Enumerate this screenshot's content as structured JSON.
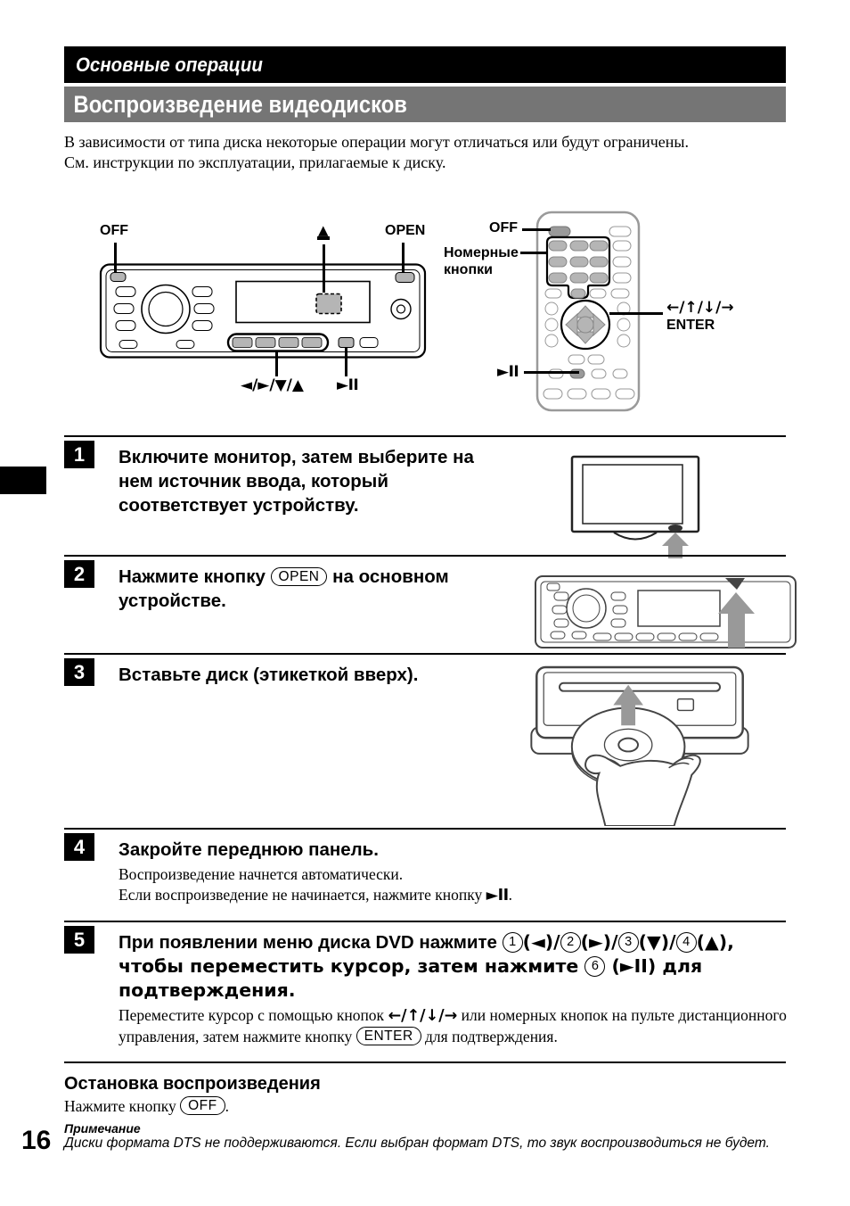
{
  "colors": {
    "header_bar": "#000000",
    "title_bar": "#757575",
    "highlight_gray": "#b5b5b5",
    "arrow_gray": "#999999"
  },
  "header": {
    "chapter": "Основные операции",
    "title": "Воспроизведение видеодисков"
  },
  "intro": {
    "para1": "В зависимости от типа диска некоторые операции могут отличаться или будут ограничены.",
    "para2": "См. инструкции по эксплуатации, прилагаемые к диску."
  },
  "diagram": {
    "unit": {
      "labels": {
        "off": "OFF",
        "eject": "▲",
        "open": "OPEN",
        "dpad": "◄/►/▼/▲",
        "play": "►II"
      }
    },
    "remote": {
      "labels": {
        "off": "OFF",
        "numbers": "Номерные кнопки",
        "arrows": "←/↑/↓/→",
        "enter": "ENTER",
        "play": "►II"
      }
    }
  },
  "steps": [
    {
      "number": "1",
      "heading": "Включите монитор, затем выберите на нем источник ввода, который соответствует устройству."
    },
    {
      "number": "2",
      "h1": "Нажмите кнопку ",
      "button": "OPEN",
      "h2": " на основном устройстве."
    },
    {
      "number": "3",
      "heading": "Вставьте диск (этикеткой вверх)."
    },
    {
      "number": "4",
      "heading": "Закройте переднюю панель.",
      "body1": "Воспроизведение начнется автоматически.",
      "body2a": "Если воспроизведение не начинается, нажмите кнопку ",
      "body2icon": "►II",
      "body2b": "."
    },
    {
      "number": "5",
      "t1": "При появлении меню диска DVD нажмите ",
      "n1": "1",
      "s1": "(◄)/",
      "n2": "2",
      "s2": "(►)/",
      "n3": "3",
      "s3": "(▼)/",
      "n4": "4",
      "s4": "(▲), чтобы переместить курсор, затем нажмите ",
      "n6": "6",
      "s6": " (►II) для подтверждения.",
      "b1": "Переместите курсор с помощью кнопок ",
      "barrows": "←/↑/↓/→",
      "b2": " или номерных кнопок на пульте дистанционного управления, затем нажмите кнопку ",
      "benter": "ENTER",
      "b3": " для подтверждения."
    }
  ],
  "stop": {
    "heading": "Остановка воспроизведения",
    "b1": "Нажмите кнопку ",
    "button": "OFF",
    "b2": "."
  },
  "note": {
    "heading": "Примечание",
    "text": "Диски формата DTS не поддерживаются. Если выбран формат DTS, то звук воспроизводиться не будет."
  },
  "page_number": "16"
}
